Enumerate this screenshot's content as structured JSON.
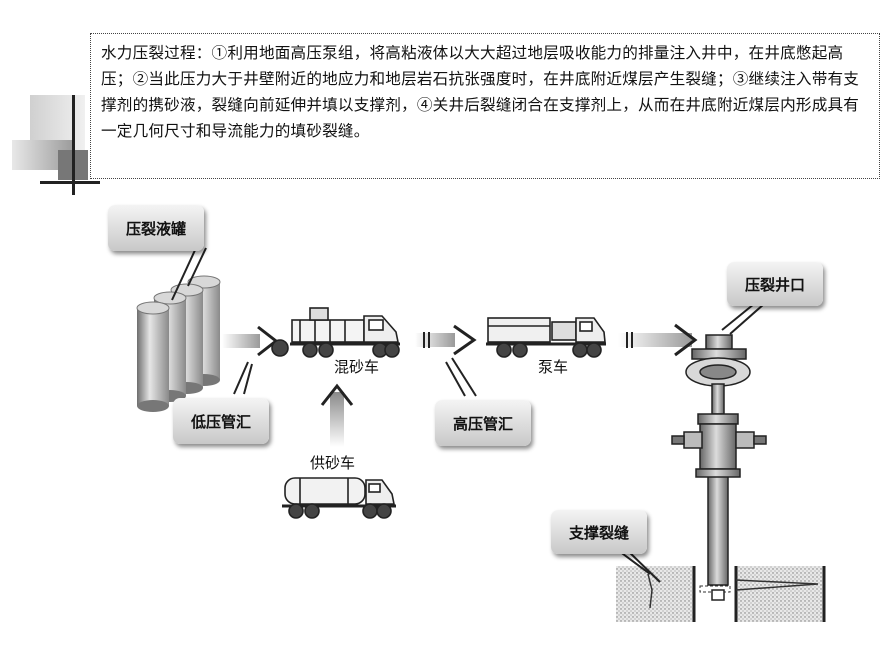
{
  "description": "水力压裂过程：①利用地面高压泵组，将高粘液体以大大超过地层吸收能力的排量注入井中，在井底憋起高压；②当此压力大于井壁附近的地应力和地层岩石抗张强度时，在井底附近煤层产生裂缝；③继续注入带有支撑剂的携砂液，裂缝向前延伸并填以支撑剂，④关井后裂缝闭合在支撑剂上，从而在井底附近煤层内形成具有一定几何尺寸和导流能力的填砂裂缝。",
  "labels": {
    "tank": "压裂液罐",
    "low_manifold": "低压管汇",
    "blender": "混砂车",
    "sand_truck": "供砂车",
    "high_manifold": "高压管汇",
    "pump_truck": "泵车",
    "wellhead": "压裂井口",
    "propped_fracture": "支撑裂缝"
  },
  "colors": {
    "callout_light": "#f4f4f4",
    "callout_dark": "#c8c8c8",
    "equipment": "#333333",
    "pipe": "#bbbbbb"
  }
}
